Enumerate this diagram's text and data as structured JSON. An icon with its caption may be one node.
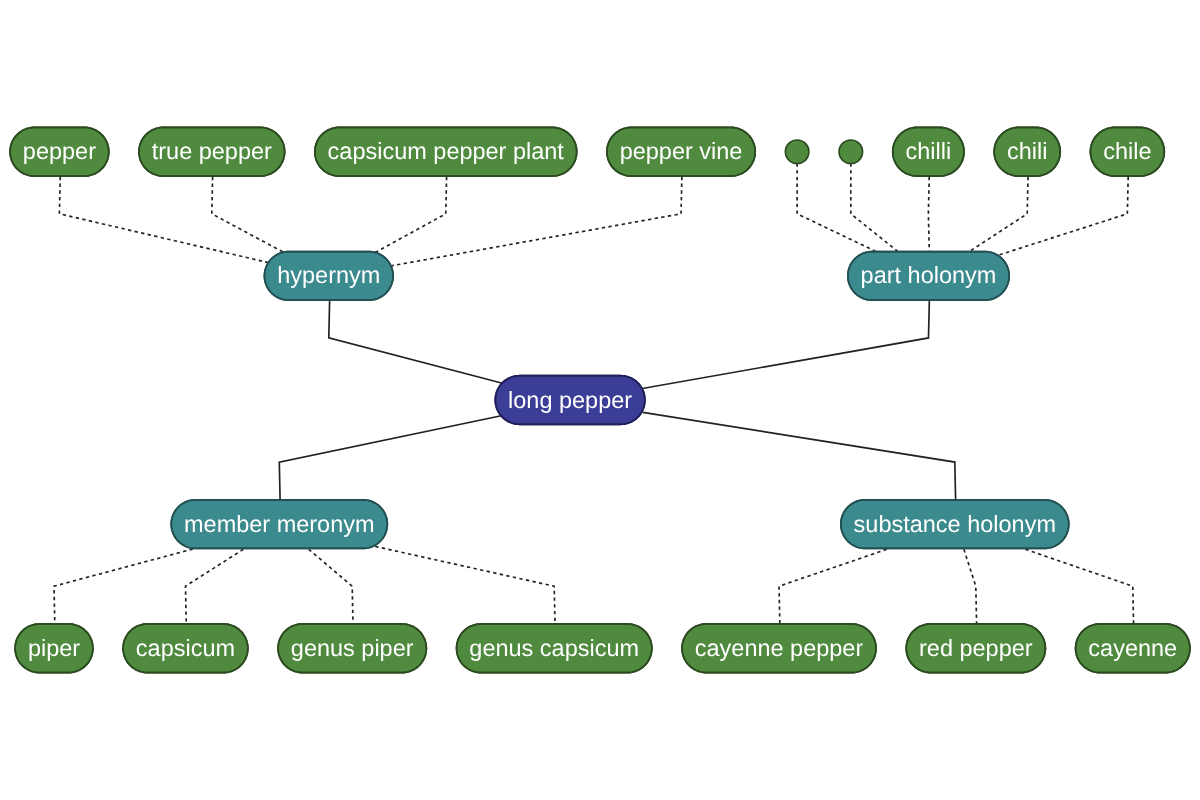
{
  "diagram": {
    "nodes": [
      {
        "text": [],
        "shape": "circle"
      },
      {
        "text": [],
        "shape": "circle"
      },
      {
        "text": [
          "pepper"
        ]
      },
      {
        "text": [
          "true pepper"
        ]
      },
      {
        "text": [
          "chilli"
        ]
      },
      {
        "text": [
          "chili"
        ]
      },
      {
        "text": [
          "part holonym"
        ]
      },
      {
        "text": [
          "capsicum pepper plant"
        ]
      },
      {
        "text": [
          "hypernym"
        ]
      },
      {
        "text": [
          "chile"
        ]
      },
      {
        "text": [
          "piper"
        ]
      },
      {
        "text": [
          "pepper vine"
        ]
      },
      {
        "text": [
          "long pepper"
        ]
      },
      {
        "text": [
          "capsicum"
        ]
      },
      {
        "text": [
          "member meronym"
        ]
      },
      {
        "text": [
          "cayenne pepper"
        ]
      },
      {
        "text": [
          "genus piper"
        ]
      },
      {
        "text": [
          "substance holonym"
        ]
      },
      {
        "text": [
          "genus capsicum"
        ]
      },
      {
        "text": [
          "red pepper"
        ]
      },
      {
        "text": [
          "cayenne"
        ]
      }
    ],
    "edges": [
      {
        "from": 2,
        "to": 8,
        "arrow": "none",
        "style": "dashed"
      },
      {
        "from": 3,
        "to": 8,
        "arrow": "none",
        "style": "dashed"
      },
      {
        "from": 7,
        "to": 8,
        "arrow": "none",
        "style": "dashed"
      },
      {
        "from": 11,
        "to": 8,
        "arrow": "none",
        "style": "dashed"
      },
      {
        "from": 8,
        "to": 12,
        "arrow": "none"
      },
      {
        "from": 0,
        "to": 6,
        "arrow": "none",
        "style": "dashed"
      },
      {
        "from": 1,
        "to": 6,
        "arrow": "none",
        "style": "dashed"
      },
      {
        "from": 4,
        "to": 6,
        "arrow": "none",
        "style": "dashed"
      },
      {
        "from": 5,
        "to": 6,
        "arrow": "none",
        "style": "dashed"
      },
      {
        "from": 9,
        "to": 6,
        "arrow": "none",
        "style": "dashed"
      },
      {
        "from": 6,
        "to": 12,
        "arrow": "none"
      },
      {
        "from": 12,
        "to": 14,
        "arrow": "none"
      },
      {
        "from": 14,
        "to": 10,
        "arrow": "none",
        "style": "dashed"
      },
      {
        "from": 14,
        "to": 13,
        "arrow": "none",
        "style": "dashed"
      },
      {
        "from": 14,
        "to": 16,
        "arrow": "none",
        "style": "dashed"
      },
      {
        "from": 14,
        "to": 18,
        "arrow": "none",
        "style": "dashed"
      },
      {
        "from": 12,
        "to": 17,
        "arrow": "none"
      },
      {
        "from": 17,
        "to": 15,
        "arrow": "none",
        "style": "dashed"
      },
      {
        "from": 17,
        "to": 19,
        "arrow": "none",
        "style": "dashed"
      },
      {
        "from": 17,
        "to": 20,
        "arrow": "none",
        "style": "dashed"
      }
    ]
  }
}
